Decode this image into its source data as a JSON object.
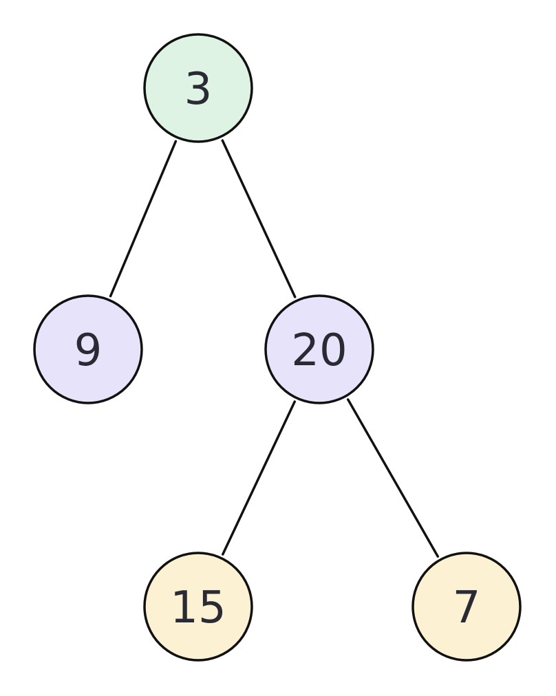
{
  "tree": {
    "nodes": [
      {
        "id": "n3",
        "value": "3",
        "level": "root",
        "color": "#dff3e4"
      },
      {
        "id": "n9",
        "value": "9",
        "level": "internal",
        "color": "#e7e3fb"
      },
      {
        "id": "n20",
        "value": "20",
        "level": "internal",
        "color": "#e7e3fb"
      },
      {
        "id": "n15",
        "value": "15",
        "level": "leaf",
        "color": "#fdf1d3"
      },
      {
        "id": "n7",
        "value": "7",
        "level": "leaf",
        "color": "#fdf1d3"
      }
    ],
    "edges": [
      {
        "from": "n3",
        "to": "n9"
      },
      {
        "from": "n3",
        "to": "n20"
      },
      {
        "from": "n20",
        "to": "n15"
      },
      {
        "from": "n20",
        "to": "n7"
      }
    ]
  }
}
